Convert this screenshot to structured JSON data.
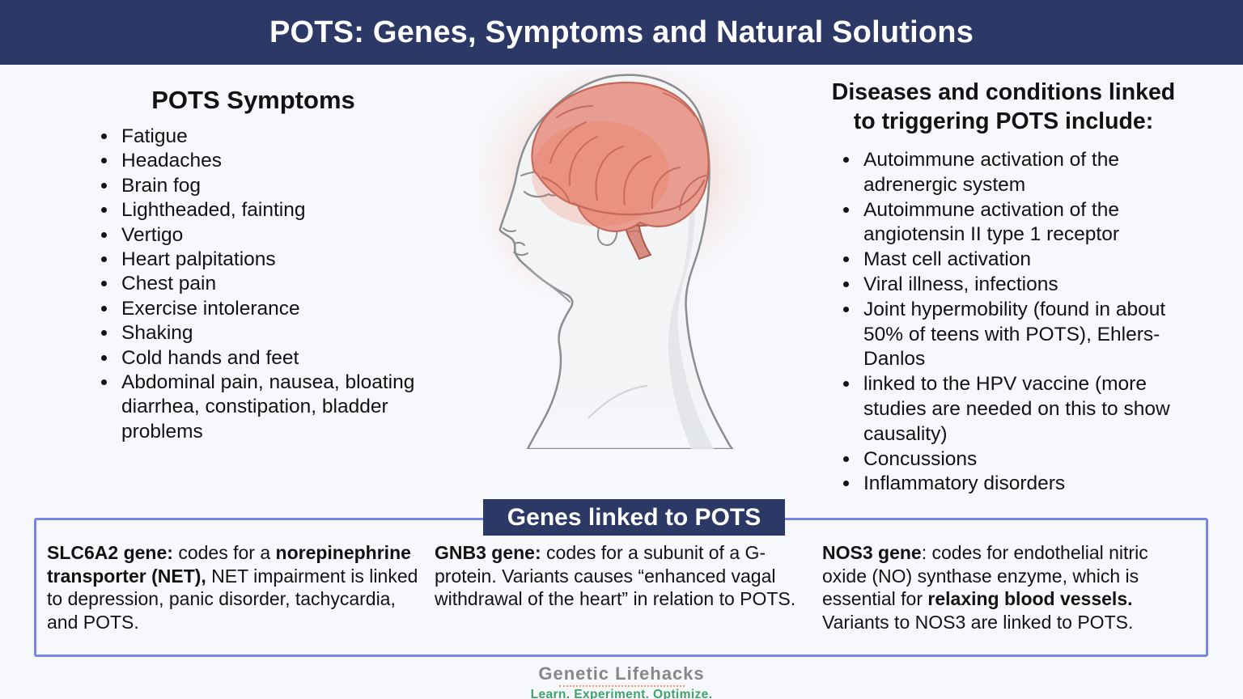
{
  "header": {
    "title": "POTS: Genes, Symptoms and Natural Solutions"
  },
  "symptoms": {
    "title": "POTS Symptoms",
    "items": [
      "Fatigue",
      "Headaches",
      "Brain fog",
      "Lightheaded, fainting",
      "Vertigo",
      "Heart palpitations",
      "Chest pain",
      "Exercise intolerance",
      "Shaking",
      "Cold hands and feet",
      "Abdominal pain, nausea, bloating diarrhea, constipation, bladder problems"
    ]
  },
  "illustration": {
    "description": "side profile of a human head with the brain highlighted in red with a warm glow"
  },
  "conditions": {
    "title_line1": "Diseases and conditions linked",
    "title_line2": "to triggering POTS include:",
    "items": [
      "Autoimmune activation of the adrenergic system",
      "Autoimmune activation of the angiotensin II type 1 receptor",
      "Mast cell activation",
      "Viral illness, infections",
      "Joint hypermobility (found in about 50% of teens with POTS), Ehlers-Danlos",
      "linked to the HPV vaccine (more studies are needed on this to show causality)",
      "Concussions",
      "Inflammatory disorders"
    ]
  },
  "genes": {
    "banner": "Genes linked to POTS",
    "cards": [
      {
        "segments": [
          {
            "text": "SLC6A2 gene:",
            "bold": true
          },
          {
            "text": " codes for a ",
            "bold": false
          },
          {
            "text": "norepinephrine transporter (NET),",
            "bold": true
          },
          {
            "text": " NET impairment is linked to depression, panic disorder, tachycardia, and POTS.",
            "bold": false
          }
        ]
      },
      {
        "segments": [
          {
            "text": "GNB3 gene:",
            "bold": true
          },
          {
            "text": " codes for a subunit of a G-protein. Variants causes “enhanced vagal withdrawal of the heart” in relation to POTS.",
            "bold": false
          }
        ]
      },
      {
        "segments": [
          {
            "text": "NOS3 gene",
            "bold": true
          },
          {
            "text": ": codes for endothelial nitric oxide (NO) synthase enzyme, which is essential for ",
            "bold": false
          },
          {
            "text": "relaxing blood vessels.",
            "bold": true
          },
          {
            "text": " Variants to NOS3 are linked to POTS.",
            "bold": false
          }
        ]
      }
    ]
  },
  "footer": {
    "brand": "Genetic Lifehacks",
    "tagline": "Learn. Experiment. Optimize."
  },
  "colors": {
    "navy": "#2c3966",
    "periwinkle_border": "#7a86e6",
    "background": "#f7f8fc",
    "text": "#121212",
    "brain_fill": "#e89d90",
    "brain_line": "#c3685a",
    "glow": "#f05f3c",
    "footer_gray": "#85878a",
    "footer_green": "#3fa46b",
    "dots_orange": "#f09e57"
  }
}
